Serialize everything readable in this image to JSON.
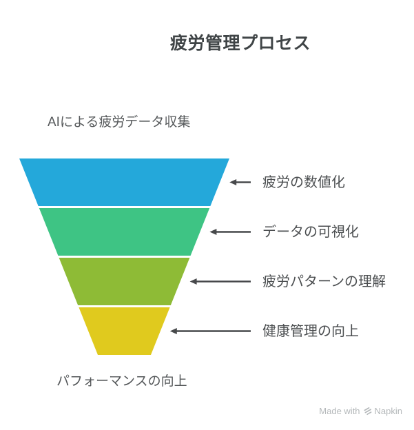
{
  "title": "疲労管理プロセス",
  "funnel": {
    "input_label": "AIによる疲労データ収集",
    "output_label": "パフォーマンスの向上",
    "stages": [
      {
        "label": "疲労の数値化",
        "color": "#24a8da"
      },
      {
        "label": "データの可視化",
        "color": "#3ec484"
      },
      {
        "label": "疲労パターンの理解",
        "color": "#8ebb36"
      },
      {
        "label": "健康管理の向上",
        "color": "#e0ca1e"
      }
    ]
  },
  "chart_data": {
    "type": "funnel",
    "title": "疲労管理プロセス",
    "categories": [
      "疲労の数値化",
      "データの可視化",
      "疲労パターンの理解",
      "健康管理の向上"
    ],
    "colors": [
      "#24a8da",
      "#3ec484",
      "#8ebb36",
      "#e0ca1e"
    ],
    "stage_proportions": [
      1,
      1,
      1,
      1
    ],
    "input_annotation": "AIによる疲労データ収集",
    "output_annotation": "パフォーマンスの向上",
    "layout": "inverted funnel, widest at top, 4 equal-height stages, callout labels on right with left-pointing arrows"
  },
  "watermark": {
    "prefix": "Made with",
    "brand": "Napkin"
  },
  "colors": {
    "background": "#ffffff",
    "title_text": "#3f4446",
    "flow_label_text": "#55585a",
    "stage_label_text": "#4b4e50",
    "arrow": "#47494b",
    "watermark_text": "#b4b8ba"
  }
}
